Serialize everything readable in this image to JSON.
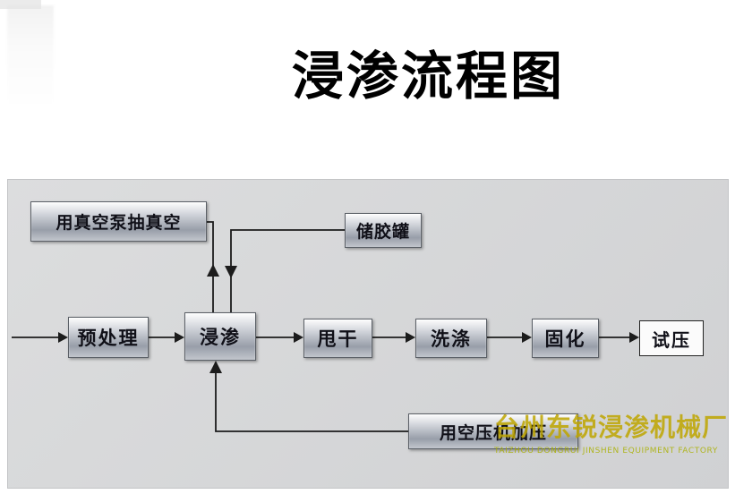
{
  "title": "浸渗流程图",
  "colors": {
    "panel-bg-1": "#dcddde",
    "panel-bg-2": "#d0d1d3",
    "arrow": "#1c1c1c",
    "box-border": "#5a5f66",
    "watermark": "#bfa600",
    "title-color": "#000000"
  },
  "diagram": {
    "nodes": {
      "vacuum": {
        "label": "用真空泵抽真空"
      },
      "glue_tank": {
        "label": "储胶罐"
      },
      "pretreat": {
        "label": "预处理"
      },
      "impregnate": {
        "label": "浸渗"
      },
      "spin_dry": {
        "label": "甩干"
      },
      "wash": {
        "label": "洗涤"
      },
      "cure": {
        "label": "固化"
      },
      "pressure_test": {
        "label": "试压"
      },
      "air_compressor": {
        "label": "用空压机加压"
      }
    },
    "flow_order": [
      "预处理",
      "浸渗",
      "甩干",
      "洗涤",
      "固化",
      "试压"
    ]
  },
  "watermark": {
    "cn": "台州东锐浸渗机械厂",
    "en": "TAIZHOU DONGRUI JINSHEN EQUIPMENT FACTORY"
  }
}
